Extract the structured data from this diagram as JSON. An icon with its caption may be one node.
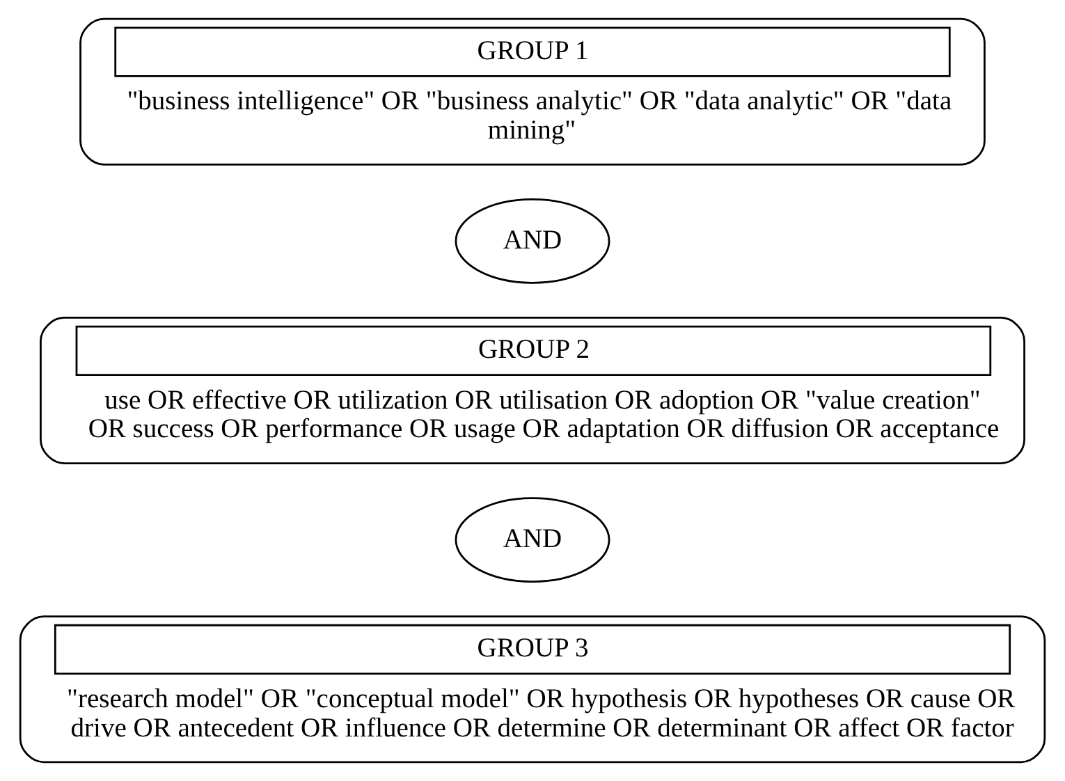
{
  "diagram": {
    "nodes": [
      {
        "text": [
          "GROUP 1",
          "\"business intelligence\" OR \"business analytic\" OR \"data analytic\" OR \"data mining\""
        ]
      },
      {
        "text": [
          "AND"
        ]
      },
      {
        "text": [
          "GROUP 2",
          "use OR effective OR utilization OR utilisation OR adoption OR \"value creation\" OR success OR performance OR usage OR adaptation OR diffusion OR acceptance"
        ]
      },
      {
        "text": [
          "AND"
        ]
      },
      {
        "text": [
          "GROUP 3",
          "\"research model\" OR \"conceptual model\" OR hypothesis OR hypotheses OR cause OR drive OR antecedent OR influence OR determine OR determinant OR affect OR factor"
        ]
      }
    ],
    "edges": []
  }
}
